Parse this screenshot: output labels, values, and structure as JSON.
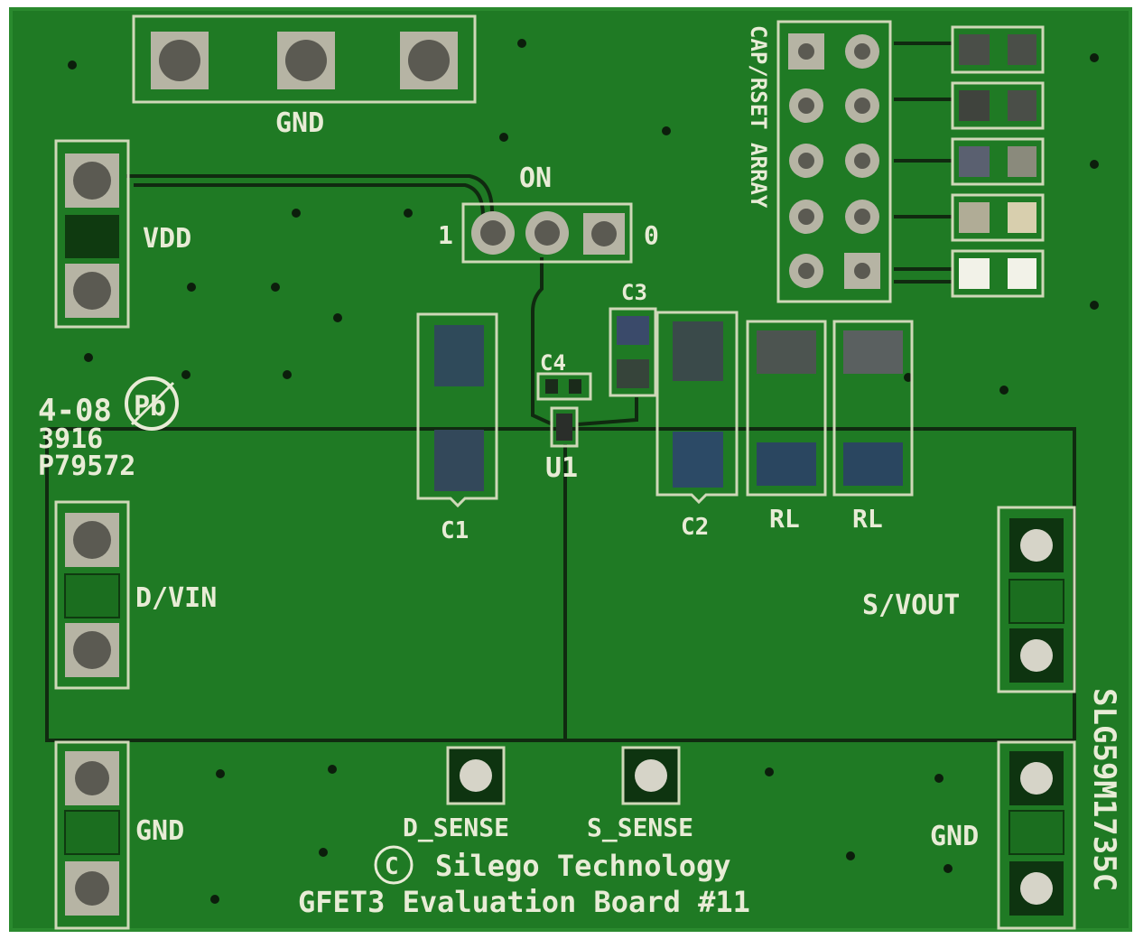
{
  "board": {
    "pcb_color": "#1f7a24",
    "silkscreen_color": "#e8ecd6",
    "copper_color": "#9a9a8c",
    "labels": {
      "gnd_top": "GND",
      "on": "ON",
      "switch_1": "1",
      "switch_0": "0",
      "vdd": "VDD",
      "c3": "C3",
      "c4": "C4",
      "u1": "U1",
      "c1": "C1",
      "c2": "C2",
      "rl_1": "RL",
      "rl_2": "RL",
      "cap_rset_array": "CAP/RSET ARRAY",
      "date_code": "4-08",
      "lot_1": "3916",
      "lot_2": "P79572",
      "d_vin": "D/VIN",
      "s_vout": "S/VOUT",
      "gnd_bottom_left": "GND",
      "gnd_bottom_right": "GND",
      "d_sense": "D_SENSE",
      "s_sense": "S_SENSE",
      "copyright_symbol": "©",
      "company": "Silego Technology",
      "board_name": "GFET3 Evaluation Board #11",
      "part_number": "SLG59M1735C",
      "pb_free_mark": "Pb"
    }
  }
}
